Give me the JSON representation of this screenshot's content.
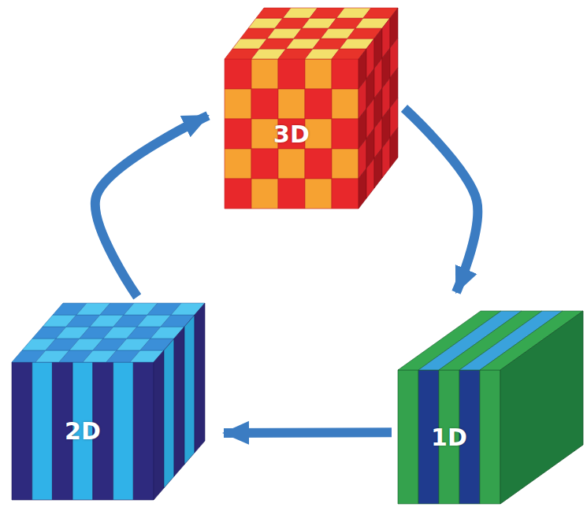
{
  "diagram": {
    "nodes": [
      {
        "text": [
          "3D"
        ]
      },
      {
        "text": [
          "2D"
        ]
      },
      {
        "text": [
          "1D"
        ]
      }
    ],
    "edges": [
      {
        "from": 0,
        "to": 2,
        "arrow": "to"
      },
      {
        "from": 2,
        "to": 1,
        "arrow": "to"
      },
      {
        "from": 1,
        "to": 0,
        "arrow": "to"
      }
    ]
  }
}
